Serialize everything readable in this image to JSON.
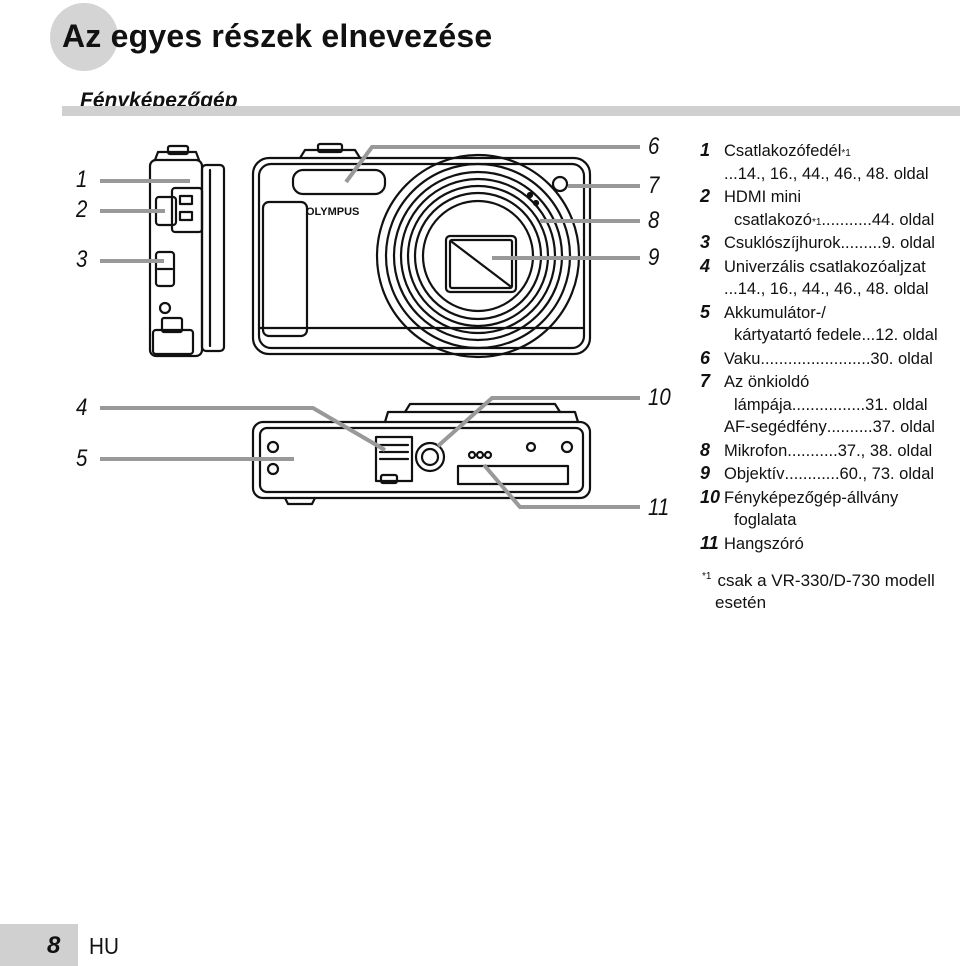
{
  "page": {
    "title": "Az egyes részek elnevezése",
    "section": "Fényképezőgép",
    "page_number": "8",
    "language": "HU"
  },
  "brand_logo": "OLYMPUS",
  "callouts": [
    "1",
    "2",
    "3",
    "4",
    "5",
    "6",
    "7",
    "8",
    "9",
    "10",
    "11"
  ],
  "parts": [
    {
      "num": "1",
      "label": "Csatlakozófedél",
      "sup": "*1",
      "cont": "...14., 16., 44., 46., 48.",
      "page": "oldal"
    },
    {
      "num": "2",
      "label": "HDMI mini",
      "cont_label": "csatlakozó",
      "cont_sup": "*1",
      "dots": "...........",
      "page": "44. oldal"
    },
    {
      "num": "3",
      "label": "Csuklószíjhurok",
      "dots": ".........",
      "page": "9. oldal"
    },
    {
      "num": "4",
      "label": "Univerzális csatlakozóaljzat",
      "cont": "...14., 16., 44., 46., 48.",
      "page": "oldal"
    },
    {
      "num": "5",
      "label": "Akkumulátor-/",
      "cont_label": "kártyatartó fedele",
      "dots": "...",
      "page": "12. oldal"
    },
    {
      "num": "6",
      "label": "Vaku",
      "dots": "........................",
      "page": "30. oldal"
    },
    {
      "num": "7",
      "label": "Az önkioldó",
      "cont_label": "lámpája",
      "dots": "................",
      "page": "31. oldal",
      "extra_label": "AF-segédfény",
      "extra_dots": "..........",
      "extra_page": "37. oldal"
    },
    {
      "num": "8",
      "label": "Mikrofon",
      "dots": "...........",
      "page": "37., 38. oldal"
    },
    {
      "num": "9",
      "label": "Objektív",
      "dots": "............",
      "page": "60., 73. oldal"
    },
    {
      "num": "10",
      "label": "Fényképezőgép-állvány",
      "cont_label": "foglalata"
    },
    {
      "num": "11",
      "label": "Hangszóró"
    }
  ],
  "footnote": {
    "mark": "*1",
    "line1": "csak a VR-330/D-730 modell",
    "line2": "esetén"
  }
}
